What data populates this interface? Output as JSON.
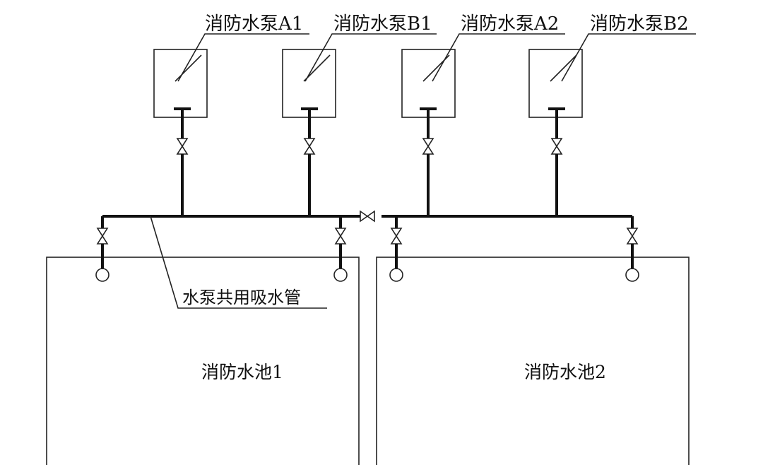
{
  "diagram": {
    "pumps": [
      {
        "id": "a1",
        "label": "消防水泵A1"
      },
      {
        "id": "b1",
        "label": "消防水泵B1"
      },
      {
        "id": "a2",
        "label": "消防水泵A2"
      },
      {
        "id": "b2",
        "label": "消防水泵B2"
      }
    ],
    "pools": [
      {
        "id": "pool-1",
        "label": "消防水池1"
      },
      {
        "id": "pool-2",
        "label": "消防水池2"
      }
    ],
    "shared_pipe_label": "水泵共用吸水管",
    "colors": {
      "line": "#111111",
      "background": "#ffffff"
    }
  }
}
